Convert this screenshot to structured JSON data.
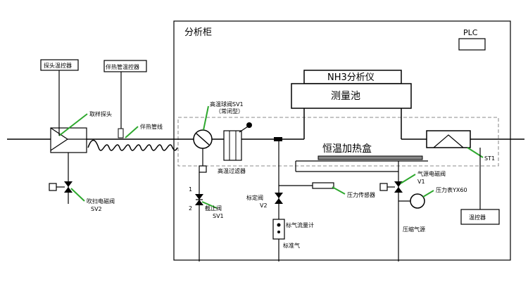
{
  "labels": {
    "cabinet": "分析柜",
    "plc": "PLC",
    "analyzer": "NH3分析仪",
    "measure_cell": "测量池",
    "heat_box": "恒温加热盒",
    "probe_temp_ctrl": "探头温控器",
    "tube_temp_ctrl": "伴热管温控器",
    "sampling_probe": "取样探头",
    "heat_tube": "伴热管线",
    "ball_valve": "高温球阀SV1",
    "ball_valve_note": "（常闭型）",
    "filter": "高温过滤器",
    "purge_valve": "吹扫电磁阀",
    "purge_valve_id": "SV2",
    "stop_valve": "截止阀",
    "stop_valve_id": "SV1",
    "port_1": "1",
    "port_2": "2",
    "cal_valve": "标定阀",
    "cal_valve_id": "V2",
    "pressure_sensor": "压力传感器",
    "flow_meter": "标气流量计",
    "std_gas": "标准气",
    "air_valve": "气源电磁阀",
    "air_valve_id": "V1",
    "pressure_gauge": "压力表YX60",
    "comp_air": "压缩气源",
    "st1": "ST1",
    "temp_ctrl": "温控器"
  }
}
